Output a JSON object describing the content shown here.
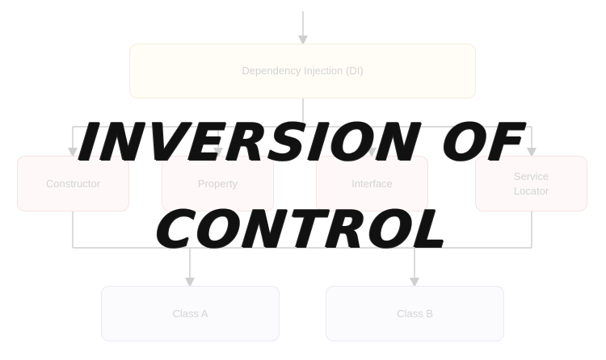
{
  "diagram": {
    "top_box": {
      "label": "Dependency Injection (DI)"
    },
    "strategies": [
      {
        "label": "Constructor"
      },
      {
        "label": "Property"
      },
      {
        "label": "Interface"
      },
      {
        "label": "Service\nLocator"
      }
    ],
    "classes": [
      {
        "label": "Class A"
      },
      {
        "label": "Class B"
      }
    ],
    "colors": {
      "connector": "#cfcfcf",
      "top_box_fill": "#fffdf6",
      "strategy_fill": "#fff8f8",
      "class_fill": "#fbfafd",
      "box_text": "#d4d4d4"
    }
  },
  "overlay": {
    "title_line_1": "INVERSION OF",
    "title_line_2": "CONTROL",
    "color": "#111111"
  }
}
